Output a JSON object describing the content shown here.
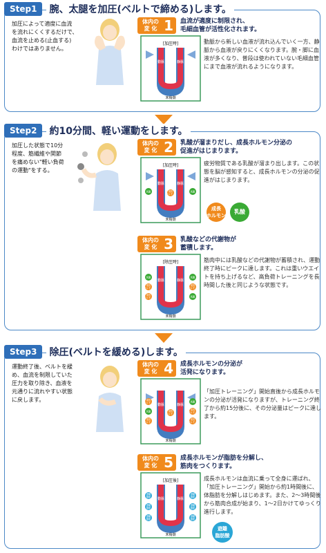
{
  "steps": [
    {
      "badge": "Step1",
      "heading": "腕、太腿を加圧(ベルトで締める)します。",
      "desc": "加圧によって適度に血流\nを流れにくくするだけで、\n血流を止める(止血する)\nわけではありません。",
      "changes": [
        {
          "label_top": "体内の",
          "label_bottom": "変 化",
          "number": "1",
          "headline": "血流が適度に制限され、\n毛細血管が活性化されます。",
          "text": "動脈から新しい血液が流れ込んでいく一方、静脈から血液が戻りにくくなります。腕・脚に血液が多くなり、普段は使われていない毛細血管にまで血液が流れるようになります。",
          "diagram": {
            "status": "[加圧時]",
            "artery": "動脈",
            "vein": "静脈",
            "bottom": "末梢側"
          }
        }
      ]
    },
    {
      "badge": "Step2",
      "heading": "約10分間、軽い運動をします。",
      "desc": "加圧した状態で10分\n程度、筋繊維や関節\nを痛めない\"軽い負荷\nの運動\"をする。",
      "changes": [
        {
          "label_top": "体内の",
          "label_bottom": "変 化",
          "number": "2",
          "headline": "乳酸が溜まりだし、成長ホルモン分泌の\n促進がはじまります。",
          "text": "疲労物質である乳酸が溜まり出します。この状態を脳が感知すると、成長ホルモンの分泌の促進がはじまります。",
          "diagram": {
            "status": "[加圧時]",
            "artery": "動脈",
            "vein": "静脈",
            "bottom": "末梢側"
          },
          "tags": [
            "成長\nホルモン",
            "乳酸"
          ]
        },
        {
          "label_top": "体内の",
          "label_bottom": "変 化",
          "number": "3",
          "headline": "乳酸などの代謝物が\n蓄積します。",
          "text": "筋肉中には乳酸などの代謝物が蓄積され、運動終了時にピークに達します。これは重いウエイトを持ち上げるなど、高負荷トレーニングを長時間した後と同じような状態です。",
          "diagram": {
            "status": "[除圧時]",
            "artery": "動脈",
            "vein": "静脈",
            "bottom": "末梢側"
          }
        }
      ]
    },
    {
      "badge": "Step3",
      "heading": "除圧(ベルトを緩める)します。",
      "desc": "運動終了後、ベルトを緩\nめ、血流を制限していた\n圧力を取り除き、血液を\n元通りに流れやすい状態\nに戻します。",
      "changes": [
        {
          "label_top": "体内の",
          "label_bottom": "変 化",
          "number": "4",
          "headline": "成長ホルモンの分泌が\n活発になります。",
          "text": "「加圧トレーニング」開始直後から成長ホルモンの分泌が活発になりますが、トレーニング終了から約15分後に、その分泌量はピークに達します。",
          "diagram": {
            "status": "",
            "artery": "動脈",
            "vein": "静脈",
            "bottom": "末梢側"
          }
        },
        {
          "label_top": "体内の",
          "label_bottom": "変 化",
          "number": "5",
          "headline": "成長ホルモンが脂肪を分解し、\n筋肉をつくります。",
          "text": "成長ホルモンは血流に乗って全身に運ばれ、「加圧トレーニング」開始から約1時間後に、体脂肪を分解しはじめます。また、2〜3時間後から筋肉合成が始まり、1〜2日かけてゆっくり進行します。",
          "diagram": {
            "status": "[加圧後]",
            "artery": "動脈",
            "vein": "静脈",
            "bottom": "末梢側"
          },
          "tags": [
            "遊離\n脂肪酸"
          ]
        }
      ]
    }
  ],
  "markers": {
    "lactate": "乳酸",
    "hormone": "成長\nホルモン",
    "fat": "遊離\n脂肪"
  },
  "colors": {
    "frame": "#4a87c6",
    "badge": "#2f6fb9",
    "orange": "#f08a1c",
    "artery": "#e0334a",
    "vein": "#2f6fb9",
    "lactate": "#3aaa35",
    "hormone": "#f08a1c",
    "fat": "#2aa6d6"
  }
}
